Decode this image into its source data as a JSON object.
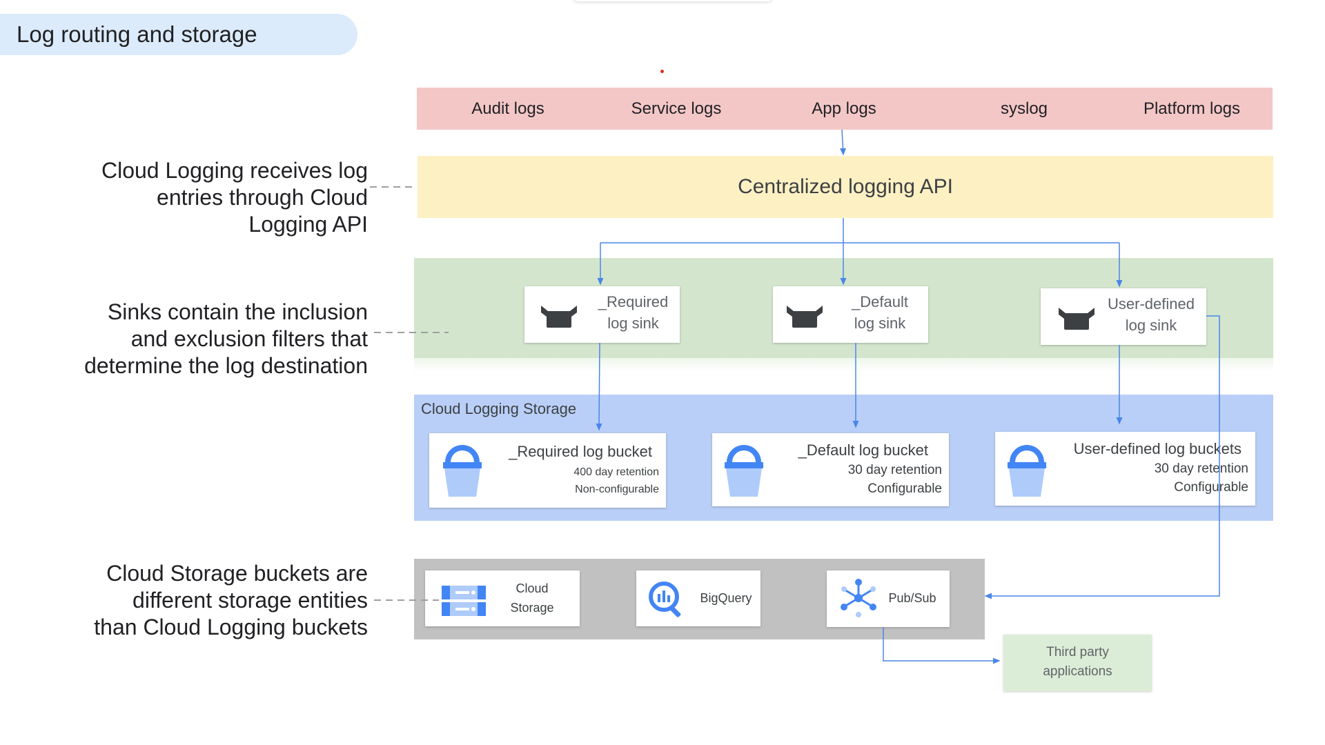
{
  "title": "Log routing and storage",
  "log_sources": [
    "Audit logs",
    "Service logs",
    "App logs",
    "syslog",
    "Platform logs"
  ],
  "api_label": "Centralized logging API",
  "sinks": [
    {
      "line1": "_Required",
      "line2": "log sink"
    },
    {
      "line1": "_Default",
      "line2": "log sink"
    },
    {
      "line1": "User-defined",
      "line2": "log sink"
    }
  ],
  "storage_label": "Cloud Logging Storage",
  "buckets": [
    {
      "title": "_Required log bucket",
      "retention": "400 day retention",
      "config": "Non-configurable"
    },
    {
      "title": "_Default log bucket",
      "retention": "30 day retention",
      "config": "Configurable"
    },
    {
      "title": "User-defined log buckets",
      "retention": "30 day retention",
      "config": "Configurable"
    }
  ],
  "destinations": {
    "cloud_storage": {
      "line1": "Cloud",
      "line2": "Storage"
    },
    "bigquery": "BigQuery",
    "pubsub": "Pub/Sub"
  },
  "third_party": {
    "line1": "Third party",
    "line2": "applications"
  },
  "notes": [
    [
      "Cloud Logging receives log",
      "entries through Cloud",
      "Logging API"
    ],
    [
      "Sinks contain the inclusion",
      "and exclusion filters that",
      "determine the log destination"
    ],
    [
      "Cloud Storage buckets are",
      "different storage entities",
      "than Cloud Logging buckets"
    ]
  ],
  "colors": {
    "sources_band": "#f4c7c7",
    "api_band": "#fdf0c3",
    "sinks_band": "#d3e6cd",
    "storage_band": "#b9cff7",
    "destinations_band": "#c1c1c1",
    "connector": "#4a86e8",
    "icon_blue": "#4285f4",
    "icon_light_blue": "#aecbfa",
    "sink_icon": "#3c4043"
  }
}
